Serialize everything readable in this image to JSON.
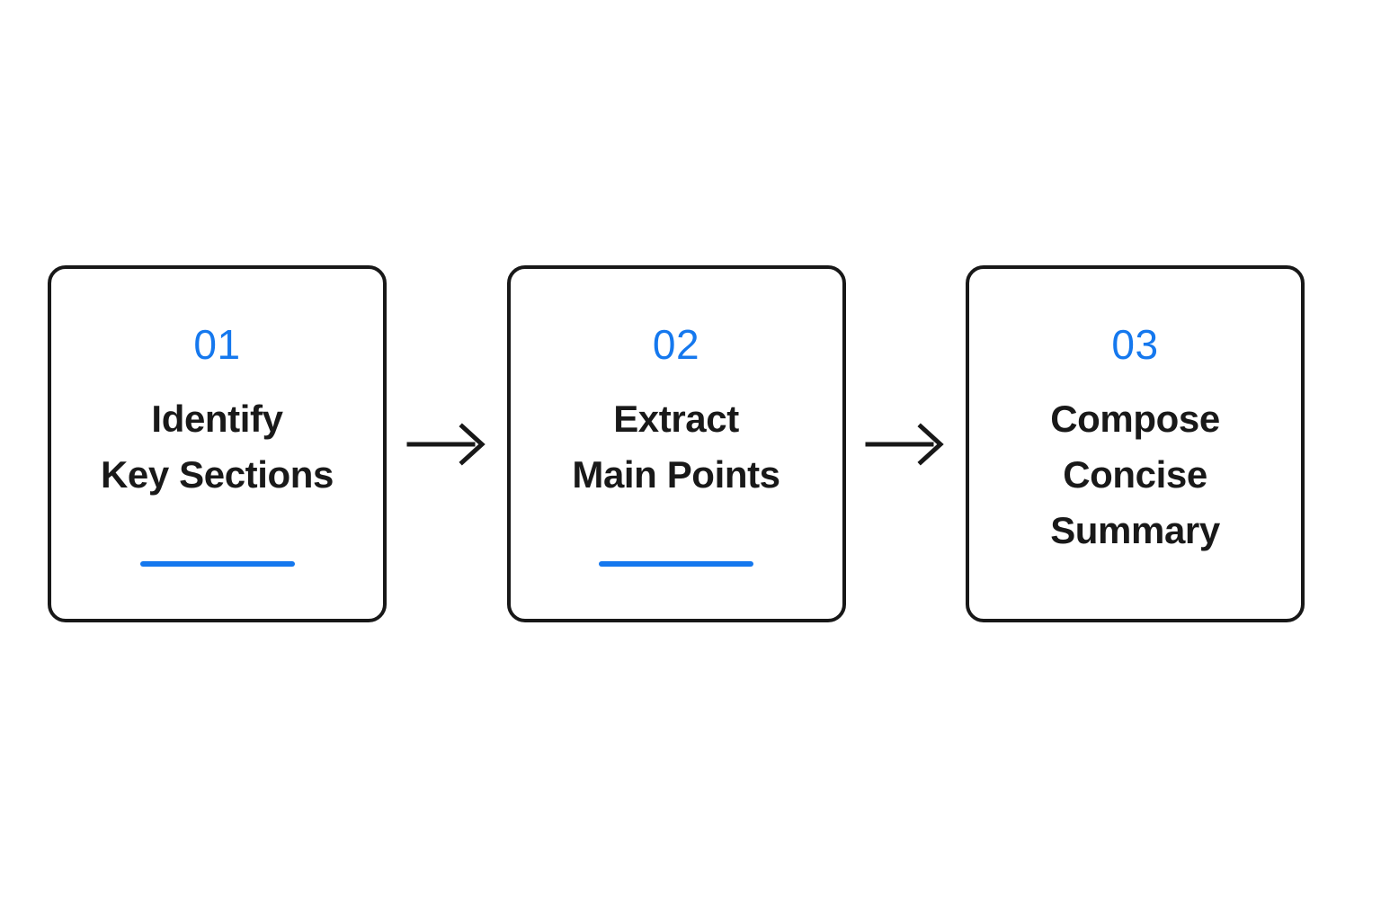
{
  "diagram": {
    "type": "horizontal-process-flow",
    "background_color": "#ffffff",
    "accent_color": "#1578EE",
    "text_color": "#191919",
    "border_color": "#181818",
    "steps": [
      {
        "number": "01",
        "title": "Identify\nKey Sections",
        "title_lines": [
          "Identify",
          "Key Sections"
        ],
        "has_underline": true
      },
      {
        "number": "02",
        "title": "Extract\nMain Points",
        "title_lines": [
          "Extract",
          "Main Points"
        ],
        "has_underline": true
      },
      {
        "number": "03",
        "title": "Compose\nConcise\nSummary",
        "title_lines": [
          "Compose",
          "Concise",
          "Summary"
        ],
        "has_underline": false
      }
    ],
    "connectors": [
      {
        "icon": "arrow-right-icon",
        "from": "01",
        "to": "02"
      },
      {
        "icon": "arrow-right-icon",
        "from": "02",
        "to": "03"
      }
    ]
  }
}
